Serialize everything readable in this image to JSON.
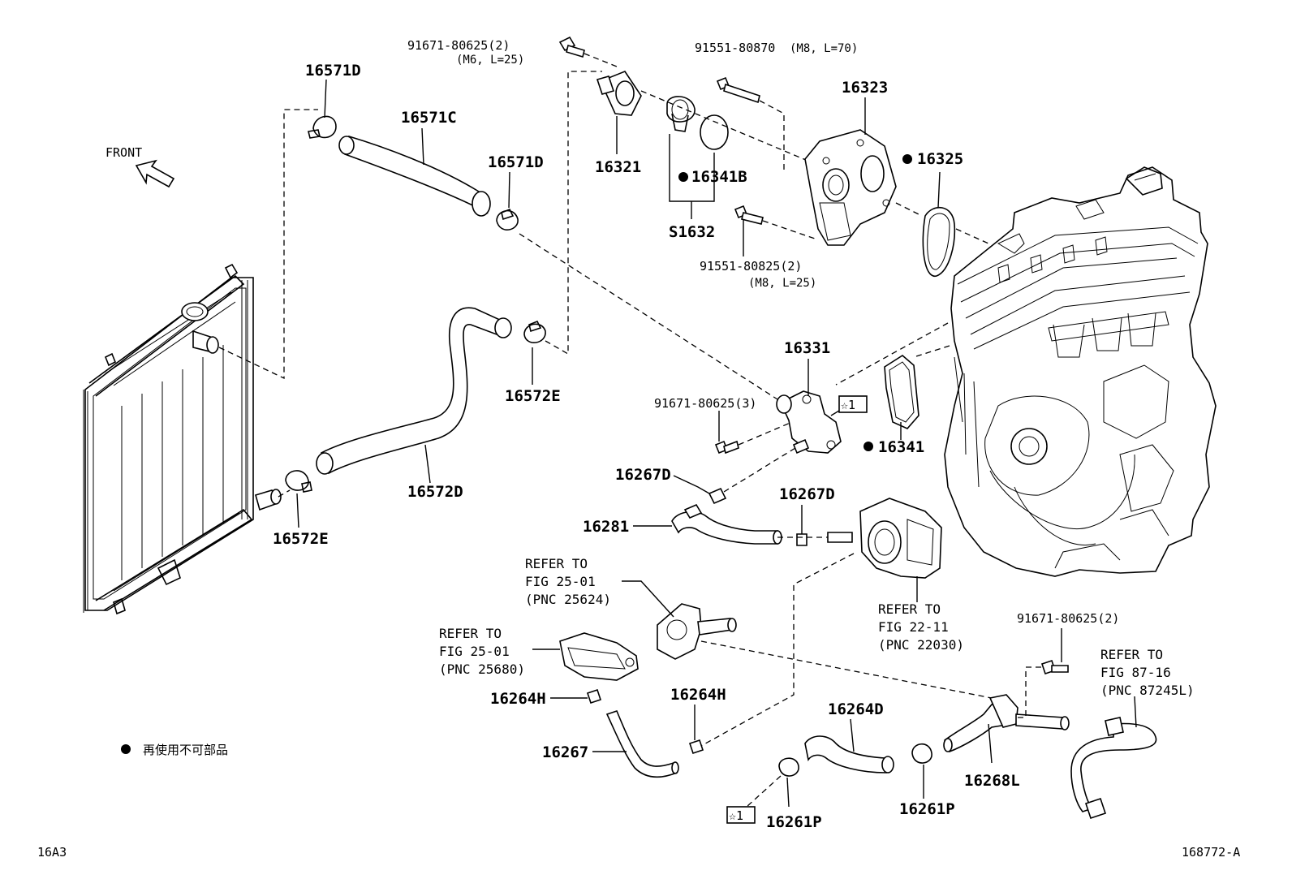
{
  "front_label": "FRONT",
  "parts": {
    "p91671_80625_2_top": "91671-80625(2)",
    "p91671_sub_top": "(M6, L=25)",
    "p91551_80870": "91551-80870",
    "p91551_80870_sub": "(M8, L=70)",
    "p16571D_a": "16571D",
    "p16571C": "16571C",
    "p16571D_b": "16571D",
    "p16321": "16321",
    "p16341B": "16341B",
    "pS1632": "S1632",
    "p16323": "16323",
    "p16325": "16325",
    "p91551_80825": "91551-80825(2)",
    "p91551_80825_sub": "(M8, L=25)",
    "p16572E_a": "16572E",
    "p16572E_b": "16572E",
    "p16572D": "16572D",
    "p16331": "16331",
    "p91671_80625_3": "91671-80625(3)",
    "p16341": "16341",
    "p16267D_a": "16267D",
    "p16267D_b": "16267D",
    "p16281": "16281",
    "p16264H_a": "16264H",
    "p16264H_b": "16264H",
    "p16267": "16267",
    "p16264D": "16264D",
    "p16261P_a": "16261P",
    "p16261P_b": "16261P",
    "p16268L": "16268L",
    "p91671_80625_2_low": "91671-80625(2)",
    "star_ref_a": "☆1",
    "star_ref_b": "☆1"
  },
  "refs": {
    "r1": [
      "REFER TO",
      "FIG 25-01",
      "(PNC 25624)"
    ],
    "r2": [
      "REFER TO",
      "FIG 25-01",
      "(PNC 25680)"
    ],
    "r3": [
      "REFER TO",
      "FIG 22-11",
      "(PNC 22030)"
    ],
    "r4": [
      "REFER TO",
      "FIG 87-16",
      "(PNC 87245L)"
    ]
  },
  "legend_text": "再使用不可部品",
  "footer_left": "16A3",
  "footer_right": "168772-A"
}
